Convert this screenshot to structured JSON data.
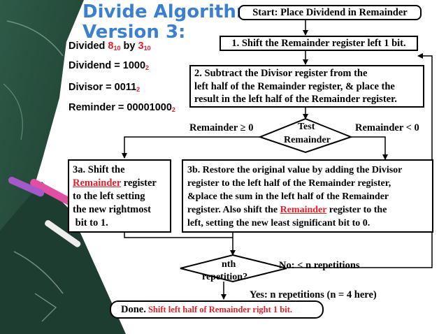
{
  "title": {
    "line1": "Divide Algorithm",
    "line2": "Version 3:"
  },
  "info": {
    "divided_prefix": "Divided ",
    "divided_a": "8",
    "divided_a_sub": "10",
    "divided_mid": " by ",
    "divided_b": "3",
    "divided_b_sub": "10",
    "dividend": "Dividend = 1000",
    "dividend_sub": "2",
    "divisor": "Divisor = 0011",
    "divisor_sub": "2",
    "reminder": "Reminder = 00001000",
    "reminder_sub": "2"
  },
  "flow": {
    "start": "Start: Place Dividend in Remainder",
    "step1": "1. Shift the Remainder register left 1 bit.",
    "step2_line1": "2. Subtract the Divisor register from the",
    "step2_line2": "left half of the Remainder register, & place the",
    "step2_line3": "result in the left half of the Remainder register.",
    "test_line1": "Test",
    "test_line2": "Remainder",
    "branch_ge": "Remainder ≥ 0",
    "branch_lt": "Remainder < 0",
    "step3a_line1": "3a. Shift the",
    "step3a_line2_link": "Remainder",
    "step3a_line2_rest": " register",
    "step3a_line3": "to the left setting",
    "step3a_line4": "the new rightmost",
    "step3a_line5": " bit to 1.",
    "step3b_line1": "3b. Restore the original value by adding the Divisor",
    "step3b_line2": "register to the left half of the Remainder register,",
    "step3b_line3": "&place the sum in the left half of the Remainder",
    "step3b_line4_pre": "register. Also shift the ",
    "step3b_line4_link": "Remainder",
    "step3b_line4_post": " register to the",
    "step3b_line5": "left, setting the new least significant bit to 0.",
    "nth_line1": "nth",
    "nth_line2": "repetition?",
    "no_label": "No: < n repetitions",
    "yes_label": "Yes: n repetitions (n = 4 here)",
    "done_label": "Done.",
    "done_rest": " Shift left half of Remainder right 1 bit."
  },
  "colors": {
    "title": "#3a7fd0",
    "highlight": "#e0202a",
    "line": "#000000"
  }
}
